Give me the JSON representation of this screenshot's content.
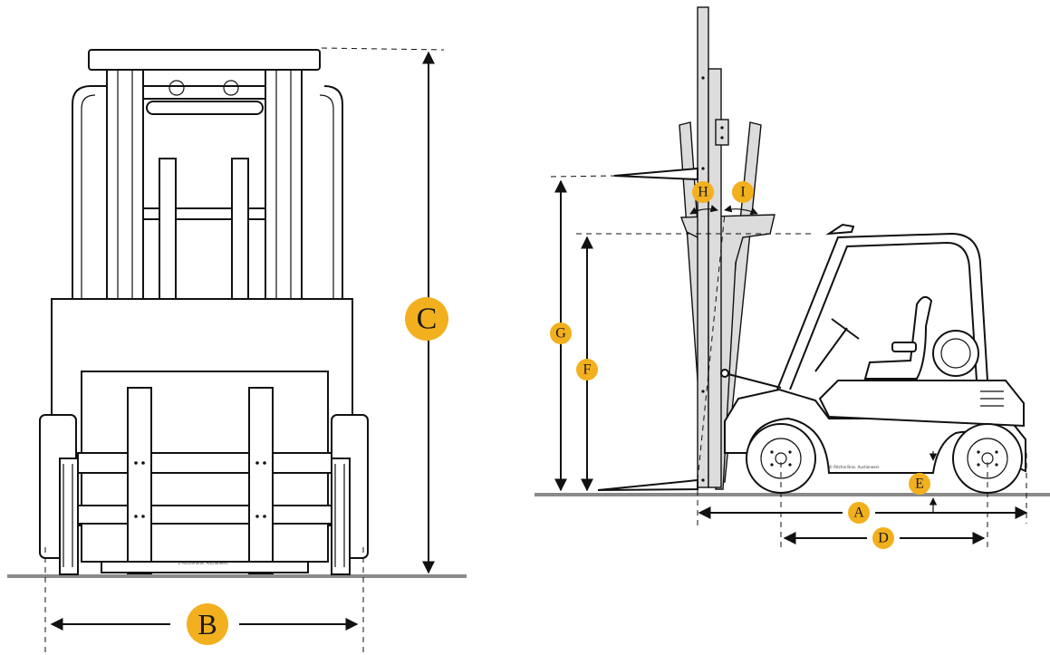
{
  "front_view": {
    "labels": {
      "B": "B",
      "C": "C"
    },
    "credit": "© Ritchie Bros. Auctioneers"
  },
  "side_view": {
    "labels": {
      "A": "A",
      "D": "D",
      "E": "E",
      "F": "F",
      "G": "G",
      "H": "H",
      "I": "I"
    },
    "credit": "© Ritchie Bros. Auctioneers"
  },
  "colors": {
    "badge": "#f2b01e",
    "mast_fill": "#dcdcdc",
    "ground": "#8a8a8a",
    "line": "#111111"
  }
}
